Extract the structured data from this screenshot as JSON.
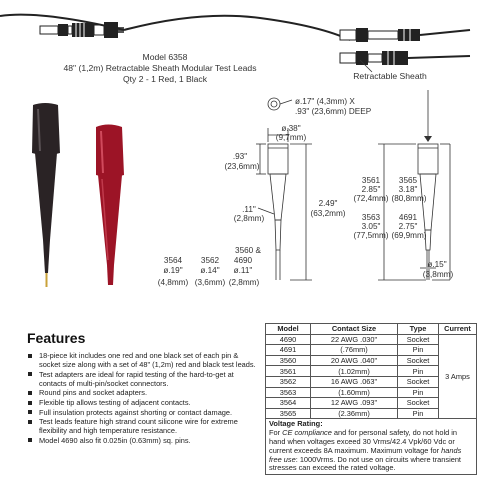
{
  "header": {
    "model": "Model 6358",
    "subtitle": "48\" (1,2m) Retractable Sheath Modular Test Leads",
    "qty": "Qty 2 - 1 Red, 1 Black",
    "sheath_label": "Retractable Sheath"
  },
  "dims": {
    "top_dia": "ø.17\" (4,3mm) X",
    "top_deep": ".93\" (23,6mm) DEEP",
    "body_dia": "ø.38\"",
    "body_dia_mm": "(9,7mm)",
    "len_93": ".93\"",
    "len_93_mm": "(23,6mm)",
    "len_249": "2.49\"",
    "len_249_mm": "(63,2mm)",
    "len_11": ".11\"",
    "len_11_mm": "(2,8mm)",
    "tip_3564": "3564",
    "tip_3564_dia": "ø.19\"",
    "tip_3564_mm": "(4,8mm)",
    "tip_3562": "3562",
    "tip_3562_dia": "ø.14\"",
    "tip_3562_mm": "(3,6mm)",
    "tip_3560": "3560 &",
    "tip_4690": "4690",
    "tip_3560_dia": "ø.11\"",
    "tip_3560_mm": "(2,8mm)",
    "m3561": "3561",
    "m3561_in": "2.85\"",
    "m3561_mm": "(72,4mm)",
    "m3565": "3565",
    "m3565_in": "3.18\"",
    "m3565_mm": "(80,8mm)",
    "m3563": "3563",
    "m3563_in": "3.05\"",
    "m3563_mm": "(77,5mm)",
    "m4691": "4691",
    "m4691_in": "2.75\"",
    "m4691_mm": "(69,9mm)",
    "right_tip_dia": "ø.15\"",
    "right_tip_mm": "(3,8mm)"
  },
  "features": {
    "title": "Features",
    "items": [
      "18-piece kit includes one red and one black set of each pin & socket size along with a set of 48\" (1,2m) red and black test leads.",
      "Test adapters are ideal for rapid testing of the hard-to-get at contacts of multi-pin/socket connectors.",
      "Round pins and socket adapters.",
      "Flexible tip allows testing of adjacent contacts.",
      "Full insulation protects against shorting or contact damage.",
      "Test leads feature high strand count silicone wire for extreme flexibility and high temperature resistance.",
      "Model 4690 also fit 0.025in (0.63mm) sq. pins."
    ]
  },
  "table": {
    "headers": [
      "Model",
      "Contact Size",
      "Type",
      "Current"
    ],
    "rows": [
      [
        "4690",
        "22 AWG .030\"",
        "Socket"
      ],
      [
        "4691",
        "(.76mm)",
        "Pin"
      ],
      [
        "3560",
        "20 AWG .040\"",
        "Socket"
      ],
      [
        "3561",
        "(1.02mm)",
        "Pin"
      ],
      [
        "3562",
        "16 AWG .063\"",
        "Socket"
      ],
      [
        "3563",
        "(1.60mm)",
        "Pin"
      ],
      [
        "3564",
        "12 AWG .093\"",
        "Socket"
      ],
      [
        "3565",
        "(2.36mm)",
        "Pin"
      ]
    ],
    "current": "3 Amps"
  },
  "rating": {
    "title": "Voltage Rating:",
    "ce_prefix": "For",
    "ce_em": "CE compliance",
    "ce_text": "and for personal safety, do not hold in hand when voltages exceed 30 Vrms/42.4 Vpk/60 Vdc or current exceeds 8A maximum.",
    "hf_prefix": "Maximum voltage for",
    "hf_em": "hands free use",
    "hf_text": ": 1000Vrms. Do not use on circuits where transient stresses can exceed the rated voltage."
  },
  "colors": {
    "black_probe": "#2a2325",
    "red_probe": "#9c1426",
    "ink": "#333333"
  }
}
